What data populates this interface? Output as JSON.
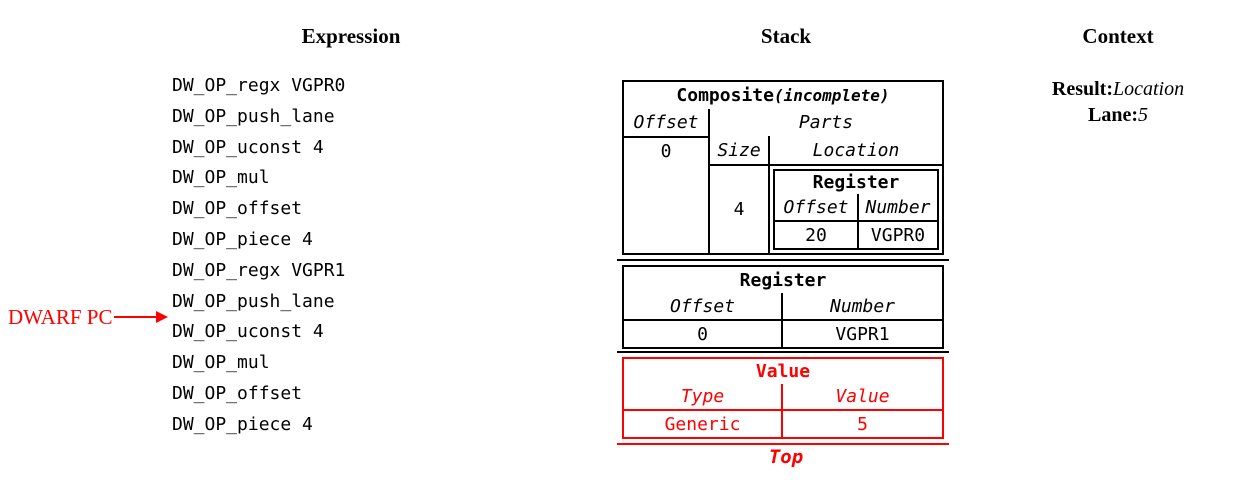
{
  "columns": {
    "expression": {
      "title": "Expression"
    },
    "stack": {
      "title": "Stack"
    },
    "context": {
      "title": "Context"
    }
  },
  "expression": {
    "items": [
      "DW_OP_regx VGPR0",
      "DW_OP_push_lane",
      "DW_OP_uconst 4",
      "DW_OP_mul",
      "DW_OP_offset",
      "DW_OP_piece 4",
      "DW_OP_regx VGPR1",
      "DW_OP_push_lane",
      "DW_OP_uconst 4",
      "DW_OP_mul",
      "DW_OP_offset",
      "DW_OP_piece 4"
    ],
    "pc_label": "DWARF PC",
    "pc_points_to_index": 8
  },
  "stack": {
    "composite": {
      "title": "Composite",
      "subtitle": "(incomplete)",
      "offset_header": "Offset",
      "offset_value": "0",
      "parts_header": "Parts",
      "size_header": "Size",
      "location_header": "Location",
      "size_value": "4",
      "register": {
        "title": "Register",
        "offset_header": "Offset",
        "number_header": "Number",
        "offset_value": "20",
        "number_value": "VGPR0"
      }
    },
    "register": {
      "title": "Register",
      "offset_header": "Offset",
      "number_header": "Number",
      "offset_value": "0",
      "number_value": "VGPR1"
    },
    "value": {
      "title": "Value",
      "type_header": "Type",
      "value_header": "Value",
      "type_value": "Generic",
      "value_value": "5"
    },
    "top_label": "Top"
  },
  "context": {
    "result_label": "Result:",
    "result_value": "Location",
    "lane_label": "Lane:",
    "lane_value": "5"
  },
  "colors": {
    "accent_red": "#fe0000",
    "text_black": "#000000"
  }
}
